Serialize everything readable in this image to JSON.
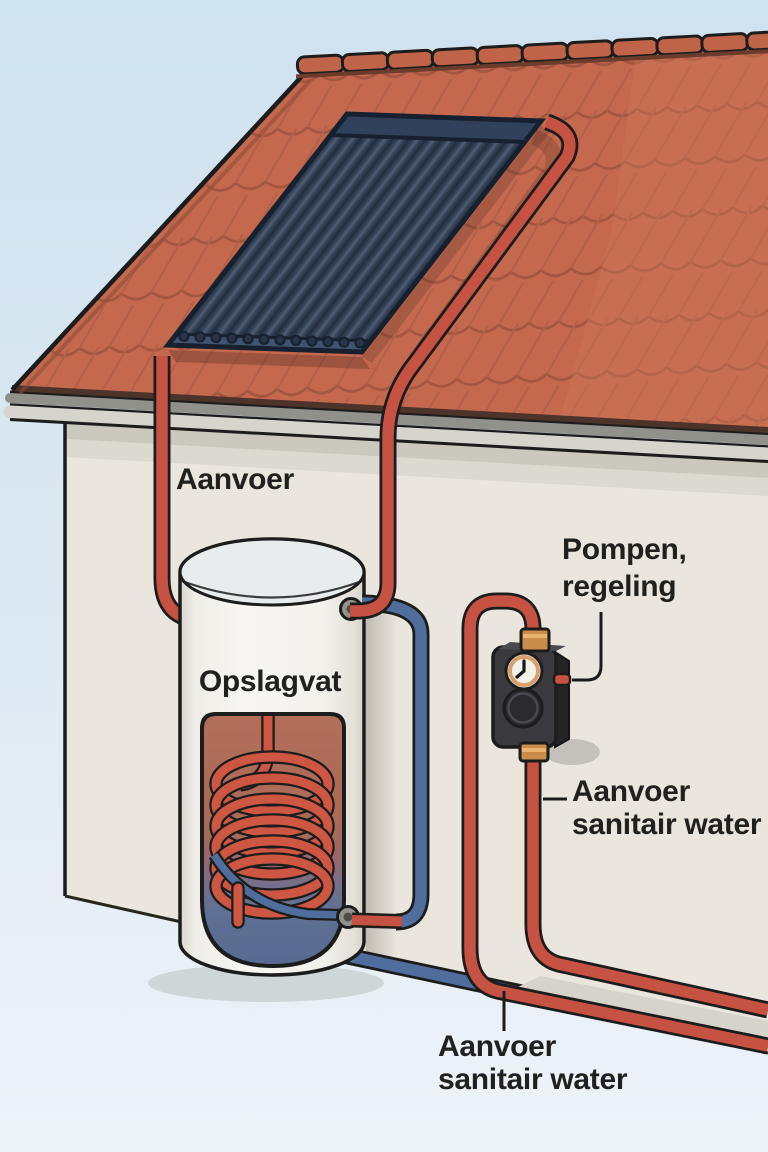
{
  "illustration": {
    "title_hint": "solar-water-heater-diagram",
    "labels": {
      "supply_top": "Aanvoer",
      "storage_tank": "Opslagvat",
      "pump_control_line1": "Pompen,",
      "pump_control_line2": "regeling",
      "supply_sanitary_right_line1": "Aanvoer",
      "supply_sanitary_right_line2": "sanitair water",
      "supply_sanitary_bottom_line1": "Aanvoer",
      "supply_sanitary_bottom_line2": "sanitair water"
    },
    "colors": {
      "sky": "#cfe2ef",
      "roof": "#c4684e",
      "roof_light": "#d07a5c",
      "wall": "#eae6de",
      "collector": "#2c3950",
      "hot_pipe": "#c65243",
      "cold_pipe": "#4f6e9e",
      "tank": "#f4f2ee",
      "tank_interior_warm": "#b26e59",
      "tank_interior_cold": "#576a90",
      "pump_body": "#3a3a3e",
      "brass": "#c98c4a",
      "text": "#20201f"
    },
    "components": [
      "solar-collector",
      "tiled-roof",
      "gutter",
      "storage-tank",
      "heat-exchanger-coil",
      "pump-control-unit",
      "hot-supply-pipe",
      "cold-water-pipe"
    ]
  }
}
